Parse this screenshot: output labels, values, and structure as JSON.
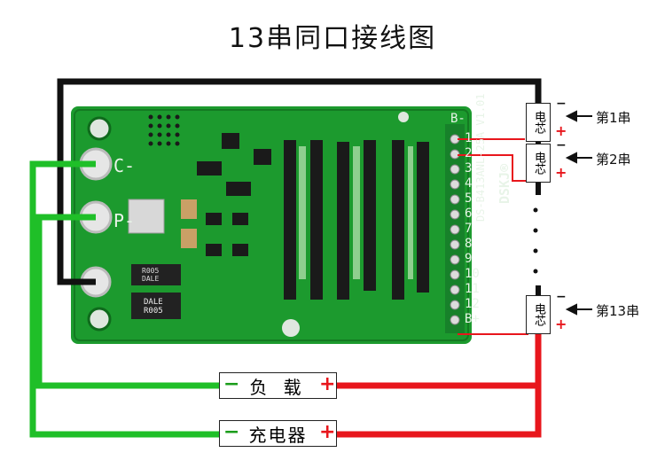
{
  "title": "13串同口接线图",
  "pcb": {
    "pads": [
      "B-",
      "1",
      "2",
      "3",
      "4",
      "5",
      "6",
      "7",
      "8",
      "9",
      "10",
      "11",
      "12",
      "B+"
    ],
    "terminals": [
      "C-",
      "P-"
    ],
    "model": "DS-B413ANL-25A V1.01",
    "brand": "DSKJ®",
    "resistor_top": [
      "DALE",
      "R005"
    ],
    "resistor_bottom": [
      "DALE",
      "R005"
    ]
  },
  "cells": [
    {
      "label": "电芯",
      "series": "第1串"
    },
    {
      "label": "电芯",
      "series": "第2串"
    },
    {
      "label": "电芯",
      "series": "第13串"
    }
  ],
  "load_box": {
    "label": "负 载"
  },
  "charger_box": {
    "label": "充电器"
  },
  "symbols": {
    "minus": "−",
    "plus": "+"
  },
  "colors": {
    "board": "#1c9a2e",
    "negative_wire": "#1fbf28",
    "positive_wire": "#e8161c",
    "b_minus_wire": "#111111"
  }
}
